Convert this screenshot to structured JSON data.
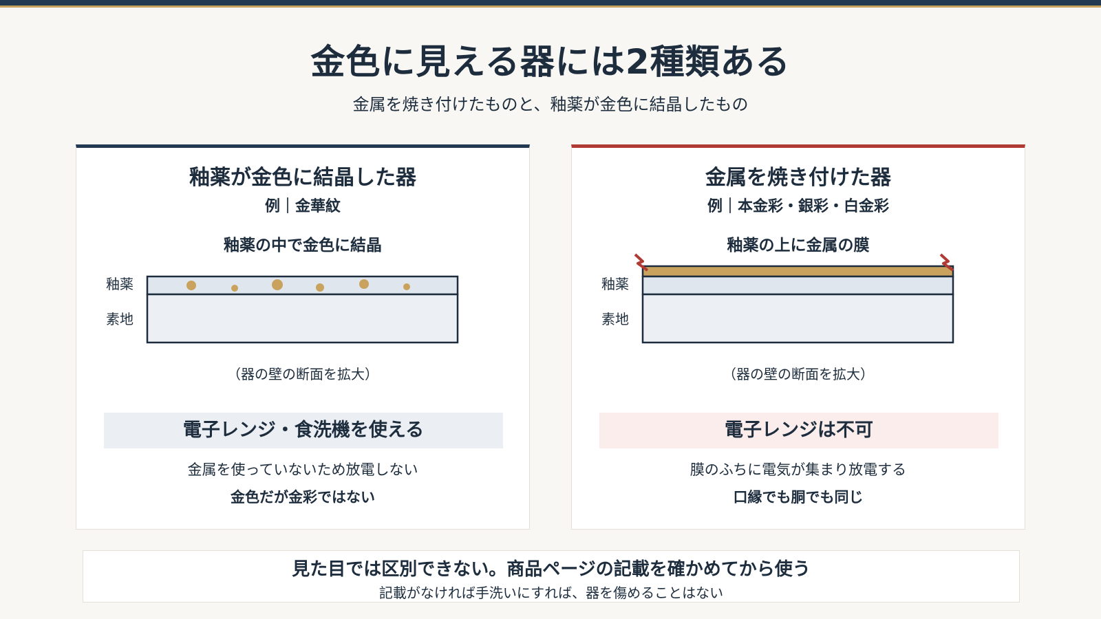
{
  "header": {
    "title": "金色に見える器には2種類ある",
    "subtitle": "金属を焼き付けたものと、釉薬が金色に結晶したもの"
  },
  "left_card": {
    "accent_color": "#243a52",
    "title": "釉薬が金色に結晶した器",
    "example": "例｜金華紋",
    "diagram_caption": "釉薬の中で金色に結晶",
    "layer_labels": {
      "glaze": "釉薬",
      "body": "素地"
    },
    "zoom_note": "（器の壁の断面を拡大）",
    "verdict": "電子レンジ・食洗機を使える",
    "reason_1": "金属を使っていないため放電しない",
    "reason_2": "金色だが金彩ではない"
  },
  "right_card": {
    "accent_color": "#b03a34",
    "title": "金属を焼き付けた器",
    "example": "例｜本金彩・銀彩・白金彩",
    "diagram_caption": "釉薬の上に金属の膜",
    "layer_labels": {
      "glaze": "釉薬",
      "body": "素地"
    },
    "zoom_note": "（器の壁の断面を拡大）",
    "verdict": "電子レンジは不可",
    "reason_1": "膜のふちに電気が集まり放電する",
    "reason_2": "口縁でも胴でも同じ"
  },
  "footer": {
    "main": "見た目では区別できない。商品ページの記載を確かめてから使う",
    "sub": "記載がなければ手洗いにすれば、器を傷めることはない"
  },
  "colors": {
    "navy": "#243a52",
    "gold": "#c9a35e",
    "red": "#b03a34",
    "glaze_fill": "#dfe6ee",
    "body_fill": "#eceff3"
  }
}
